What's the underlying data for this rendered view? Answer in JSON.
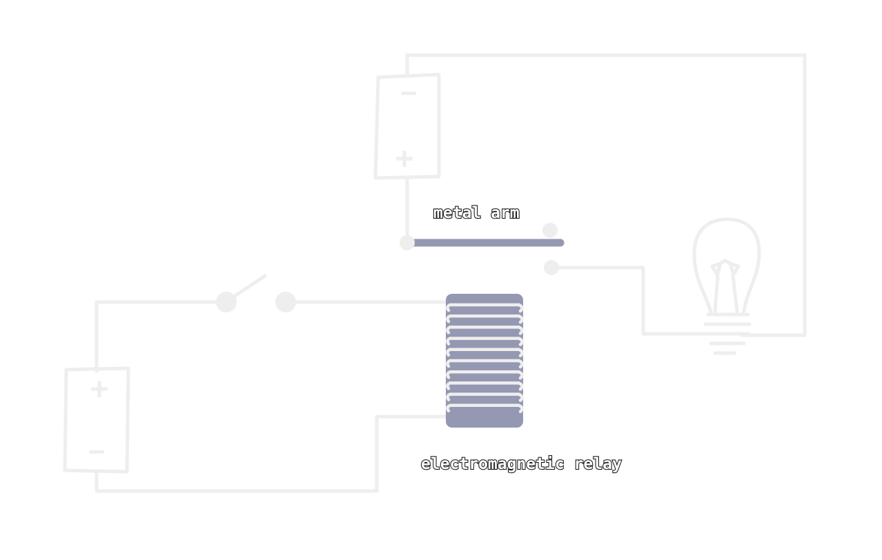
{
  "diagram": {
    "labels": {
      "metal_arm": "metal arm",
      "relay": "electromagnetic relay"
    },
    "battery_top": {
      "minus": "−",
      "plus": "+"
    },
    "battery_left": {
      "plus": "+",
      "minus": "−"
    },
    "coil_turns": 10,
    "colors": {
      "wire": "#eeeeee",
      "metal": "#9598b2",
      "background": "#ffffff",
      "label_outline": "#1a1a1a"
    }
  }
}
